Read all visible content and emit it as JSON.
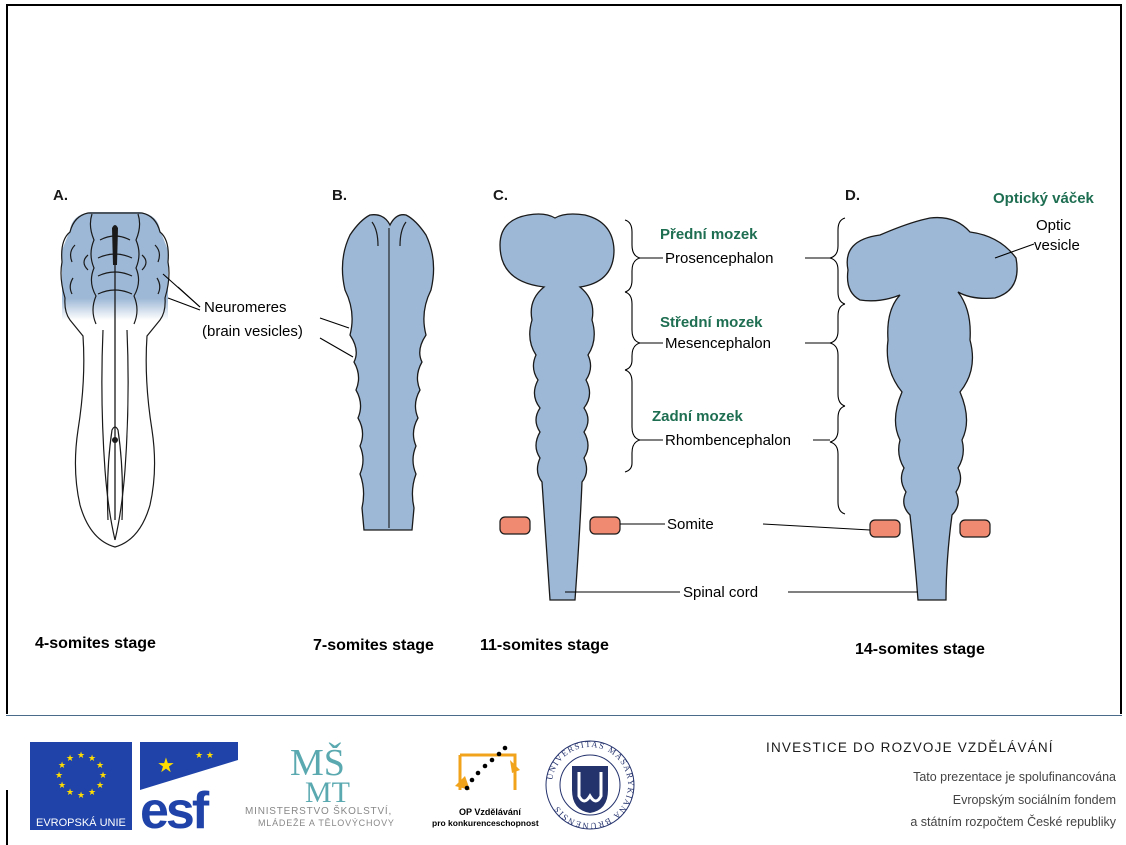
{
  "panels": [
    {
      "letter": "A.",
      "stage": "4-somites stage"
    },
    {
      "letter": "B.",
      "stage": "7-somites stage"
    },
    {
      "letter": "C.",
      "stage": "11-somites stage"
    },
    {
      "letter": "D.",
      "stage": "14-somites stage"
    }
  ],
  "labels": {
    "neuromeres": "Neuromeres",
    "brain_vesicles": "(brain vesicles)",
    "optic_cz": "Optický váček",
    "optic_1": "Optic",
    "optic_2": "vesicle",
    "predni": "Přední mozek",
    "prosencephalon": "Prosencephalon",
    "stredni": "Střední mozek",
    "mesencephalon": "Mesencephalon",
    "zadni": "Zadní mozek",
    "rhombencephalon": "Rhombencephalon",
    "somite": "Somite",
    "spinal_cord": "Spinal cord"
  },
  "colors": {
    "tissue": "#9db8d6",
    "somite": "#f08a70",
    "czech_label": "#1e6e52"
  },
  "footer": {
    "eu": "EVROPSKÁ UNIE",
    "esf": "esf",
    "msmt_1": "MINISTERSTVO ŠKOLSTVÍ,",
    "msmt_2": "MLÁDEŽE A TĚLOVÝCHOVY",
    "op_1": "OP Vzdělávání",
    "op_2": "pro konkurenceschopnost",
    "mu_logo_text": "UNIVERSITAS MASARYKIANA BRUNENSIS",
    "title": "INVESTICE DO ROZVOJE VZDĚLÁVÁNÍ",
    "line1": "Tato prezentace je spolufinancována",
    "line2": "Evropským sociálním fondem",
    "line3": "a státním rozpočtem České republiky"
  }
}
